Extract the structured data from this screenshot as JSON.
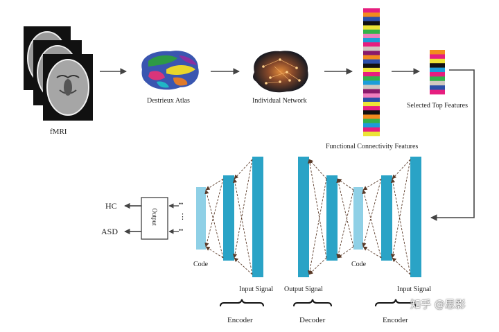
{
  "pipeline": {
    "mri_label": "fMRI",
    "atlas_label": "Destrieux Atlas",
    "network_label": "Individual Network",
    "fc_label": "Functional Connectivity Features",
    "selected_label": "Selected Top Features"
  },
  "autoencoder": {
    "hc_label": "HC",
    "asd_label": "ASD",
    "output_box_label": "Output",
    "code_label_left": "Code",
    "code_label_right": "Code",
    "input_signal_left": "Input Signal",
    "output_signal": "Output Signal",
    "input_signal_right": "Input Signal",
    "encoder_left": "Encoder",
    "decoder": "Decoder",
    "encoder_right": "Encoder",
    "dots_top": "••",
    "dots_mid": "⋮",
    "dots_bottom": "••"
  },
  "colors": {
    "layer_dark": "#2aa3c6",
    "layer_light": "#8fd0e6",
    "arrow": "#5a3a28",
    "line": "#555555"
  },
  "feature_bar_colors": [
    "#e61e7f",
    "#f28b1e",
    "#2b4fa8",
    "#111111",
    "#ece436",
    "#33b24a",
    "#f07dbd",
    "#1b9dd9",
    "#e61e7f",
    "#d0c8c0",
    "#8a1a6b",
    "#f28b1e",
    "#2b4fa8",
    "#111111",
    "#ece436",
    "#e61e7f",
    "#33b24a",
    "#1b9dd9",
    "#d0c8c0",
    "#8a1a6b",
    "#f07dbd",
    "#2b4fa8",
    "#ece436",
    "#e61e7f",
    "#111111",
    "#f28b1e",
    "#33b24a",
    "#1b9dd9",
    "#e61e7f",
    "#ece436"
  ],
  "selected_bar_colors": [
    "#f28b1e",
    "#e61e7f",
    "#ece436",
    "#111111",
    "#1b9dd9",
    "#e61e7f",
    "#33b24a",
    "#d0c8c0",
    "#2b4fa8",
    "#e61e7f"
  ],
  "watermark": "知乎 @思影"
}
